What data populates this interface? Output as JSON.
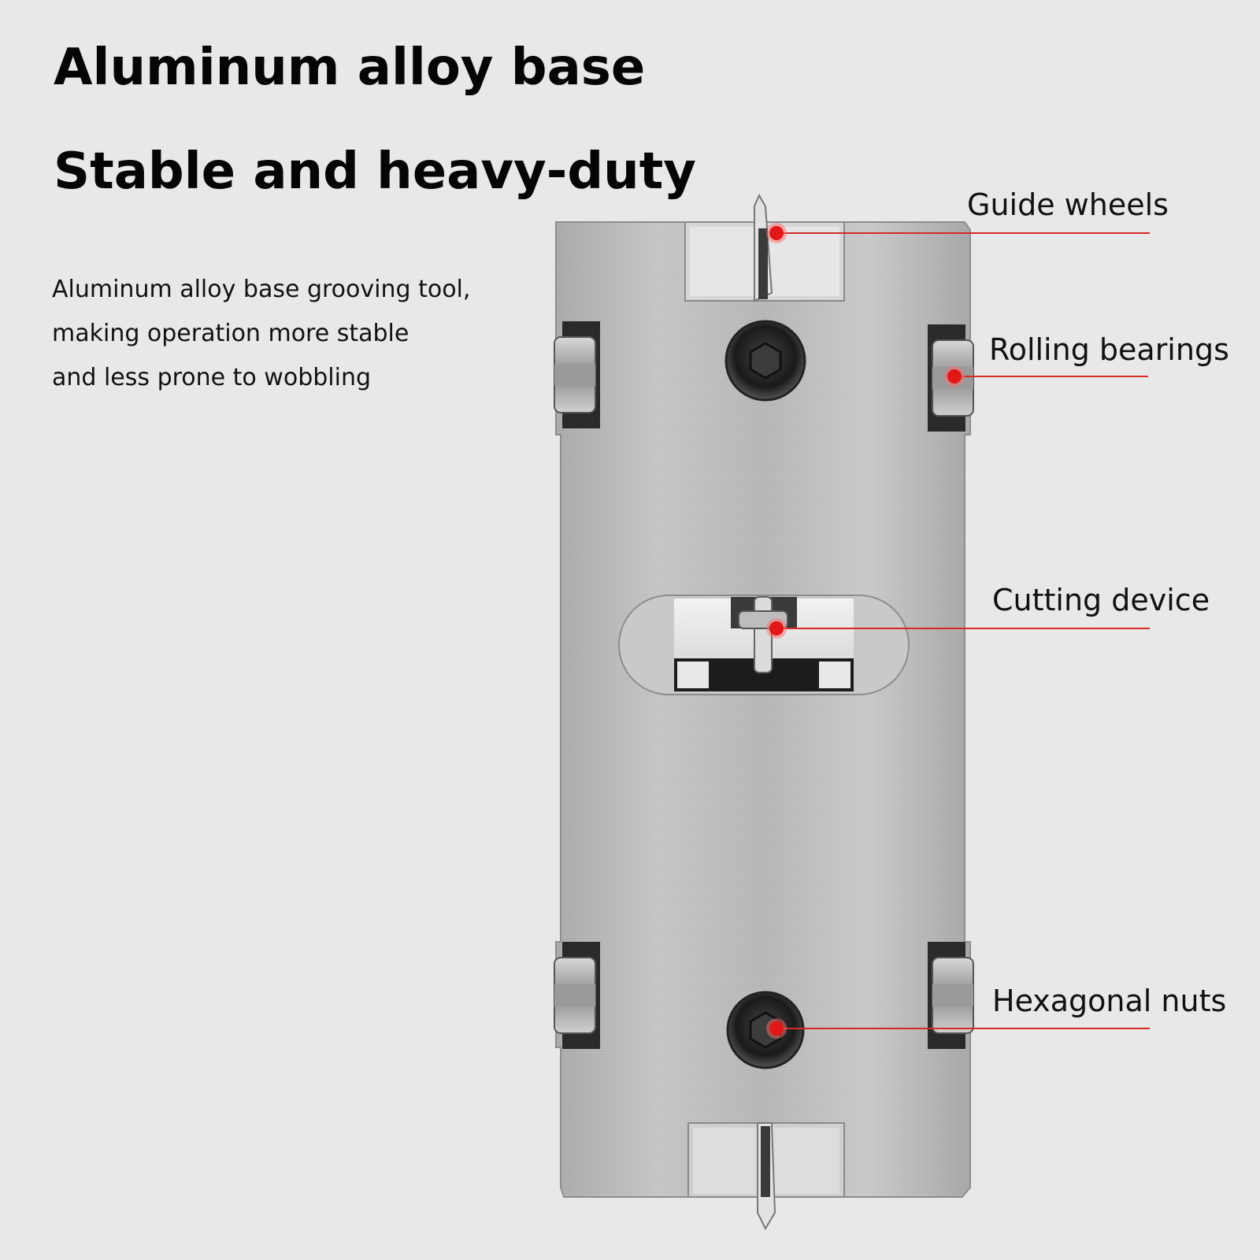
{
  "heading": {
    "line1": "Aluminum alloy base",
    "line2": "Stable and heavy-duty"
  },
  "description": {
    "lines": [
      "Aluminum alloy base grooving tool,",
      "making operation more stable",
      "and less prone to wobbling"
    ]
  },
  "callouts": {
    "guide_wheels": "Guide wheels",
    "rolling_bearings": "Rolling bearings",
    "cutting_device": "Cutting device",
    "hexagonal_nuts": "Hexagonal nuts"
  },
  "colors": {
    "background": "#e8e8e8",
    "callout_line": "#d42a2a",
    "callout_dot": "#e01818",
    "metal": "#b9b9b9"
  }
}
